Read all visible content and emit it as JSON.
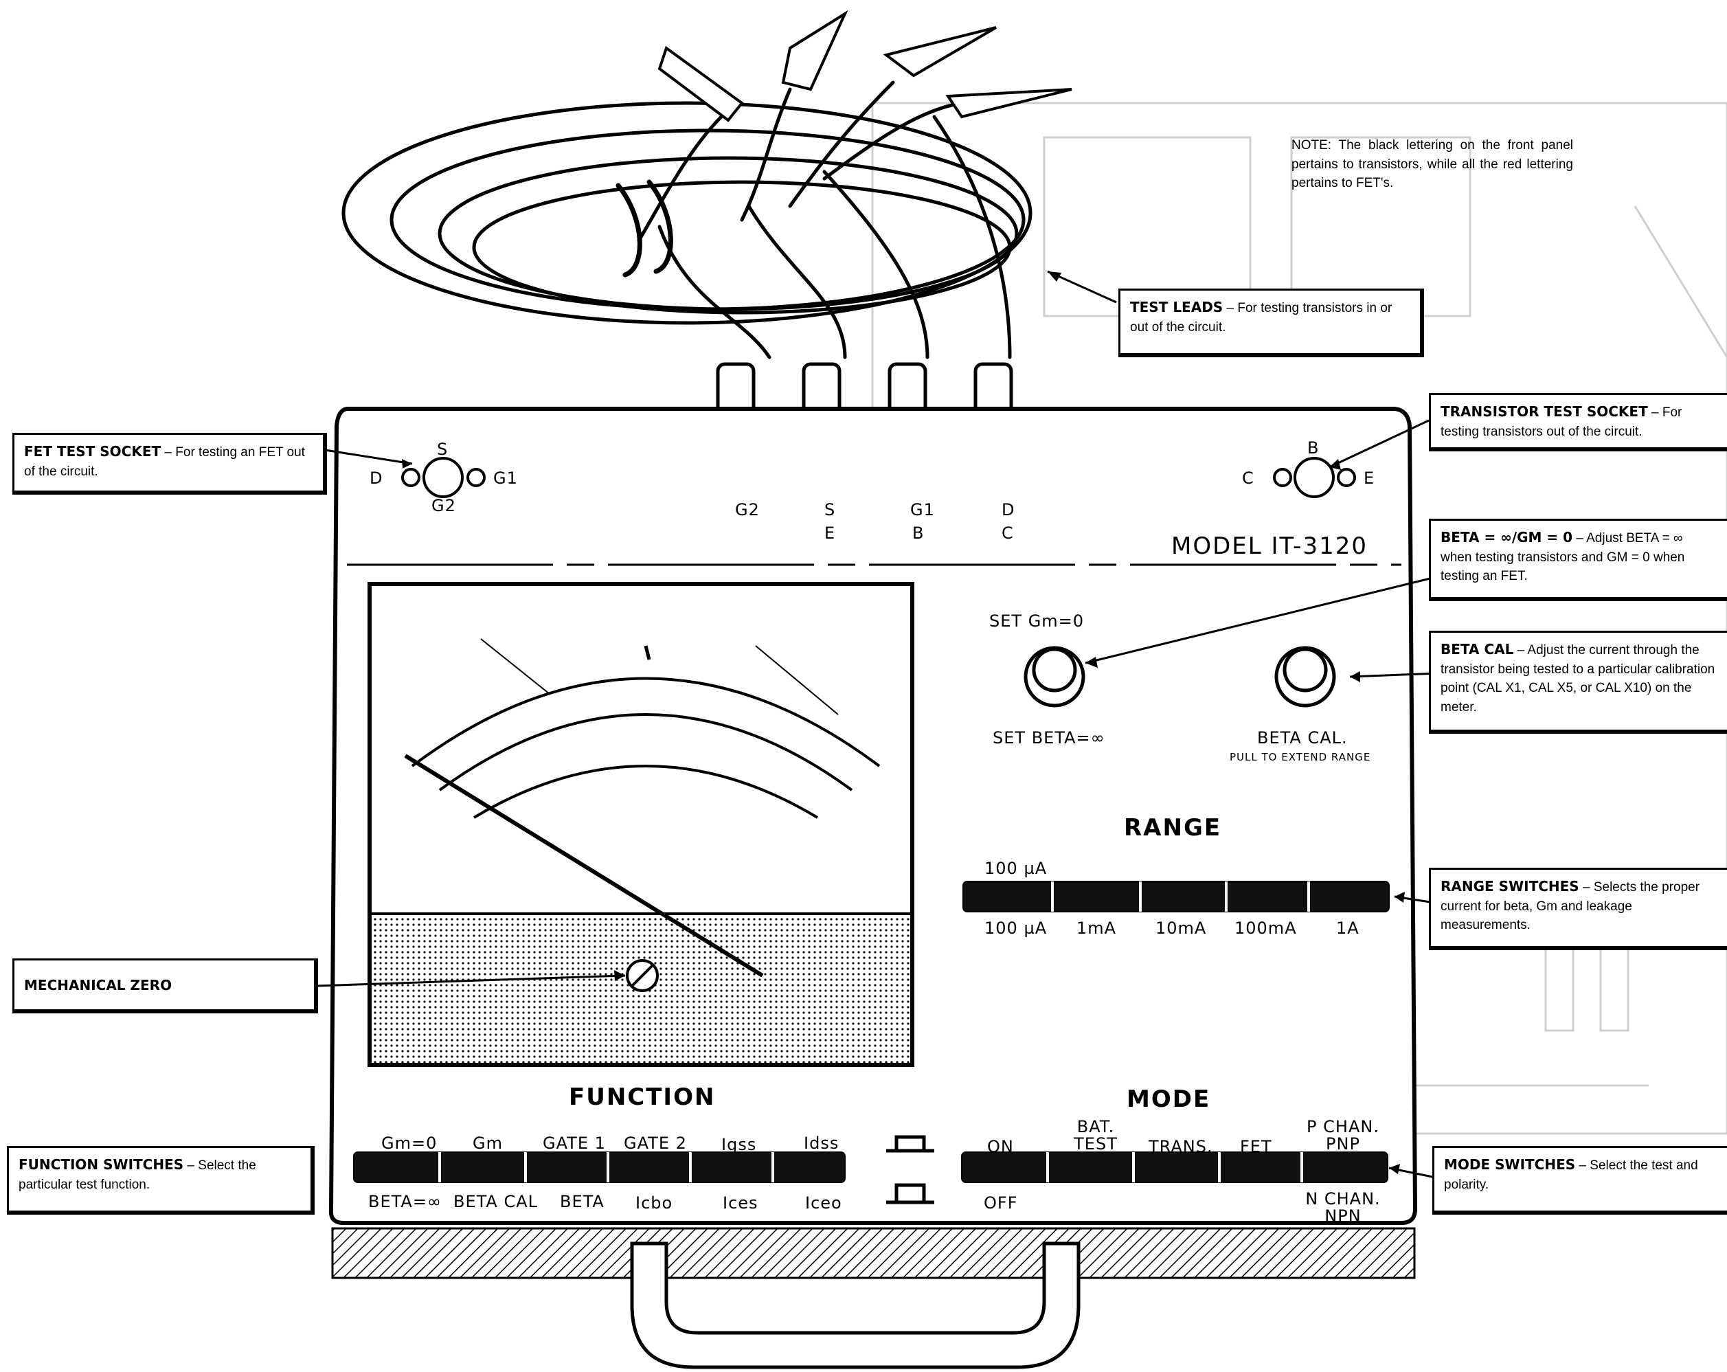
{
  "note": "NOTE: The black lettering on the front panel pertains to transistors, while all the red lettering pertains to FET's.",
  "model": "MODEL IT-3120",
  "callouts": {
    "test_leads": {
      "head": "TEST LEADS",
      "text": " – For testing transistors in or out of the circuit."
    },
    "transistor_socket": {
      "head": "TRANSISTOR TEST SOCKET",
      "text": " – For testing transistors out of the circuit."
    },
    "fet_socket": {
      "head": "FET TEST SOCKET",
      "text": " – For testing an FET out of the circuit."
    },
    "beta_gm": {
      "head": "BETA = ∞/GM = 0",
      "text": " – Adjust BETA = ∞ when testing transistors and GM = 0 when testing an FET."
    },
    "beta_cal": {
      "head": "BETA CAL",
      "text": " – Adjust the current through the transistor being tested to a particular calibration point (CAL X1, CAL X5, or CAL X10) on the meter."
    },
    "range_switches": {
      "head": "RANGE SWITCHES",
      "text": " – Selects the proper current for beta, Gm and leakage measurements."
    },
    "mechanical_zero": {
      "head": "MECHANICAL ZERO",
      "text": ""
    },
    "function_switches": {
      "head": "FUNCTION SWITCHES",
      "text": " – Select the particular test function."
    },
    "mode_switches": {
      "head": "MODE SWITCHES",
      "text": " – Select the test and polarity."
    }
  },
  "fet_socket": {
    "top": "S",
    "left": "D",
    "right": "G1",
    "bottom": "G2"
  },
  "transistor_socket": {
    "top": "B",
    "left": "C",
    "right": "E"
  },
  "leads": [
    {
      "fet": "G2",
      "transistor": ""
    },
    {
      "fet": "S",
      "transistor": "E"
    },
    {
      "fet": "G1",
      "transistor": "B"
    },
    {
      "fet": "D",
      "transistor": "C"
    }
  ],
  "knobs": {
    "set_gm": "SET Gm=0",
    "set_beta": "SET BETA=∞",
    "beta_cal": "BETA CAL.",
    "beta_cal_sub": "PULL TO EXTEND RANGE"
  },
  "range": {
    "title": "RANGE",
    "top_label": "100 µA",
    "labels": [
      "100 µA",
      "1mA",
      "10mA",
      "100mA",
      "1A"
    ]
  },
  "function": {
    "title": "FUNCTION",
    "top": [
      "Gm=0",
      "Gm",
      "GATE 1",
      "GATE 2",
      "Igss",
      "Idss"
    ],
    "bottom": [
      "BETA=∞",
      "BETA CAL",
      "BETA",
      "Icbo",
      "Ices",
      "Iceo"
    ]
  },
  "mode": {
    "title": "MODE",
    "top": [
      "ON",
      "BAT. TEST",
      "TRANS.",
      "FET",
      "P CHAN. PNP"
    ],
    "bottom_off": "OFF",
    "bottom_n": "N CHAN. NPN"
  },
  "colors": {
    "ink": "#000000",
    "ghost": "#c8c8c8",
    "paper": "#ffffff"
  }
}
